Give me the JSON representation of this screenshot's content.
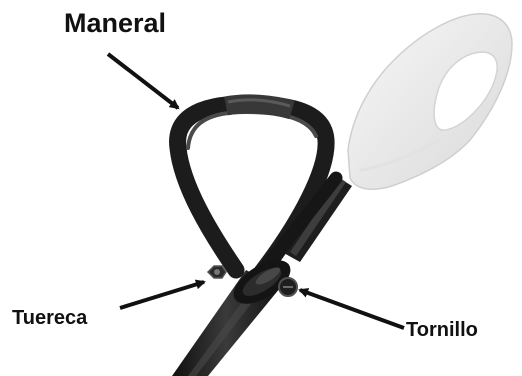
{
  "labels": {
    "maneral": "Maneral",
    "tuereca": "Tuereca",
    "tornillo": "Tornillo"
  },
  "colors": {
    "text": "#111111",
    "handle": "#1c1c1c",
    "guard": "#ededed"
  }
}
